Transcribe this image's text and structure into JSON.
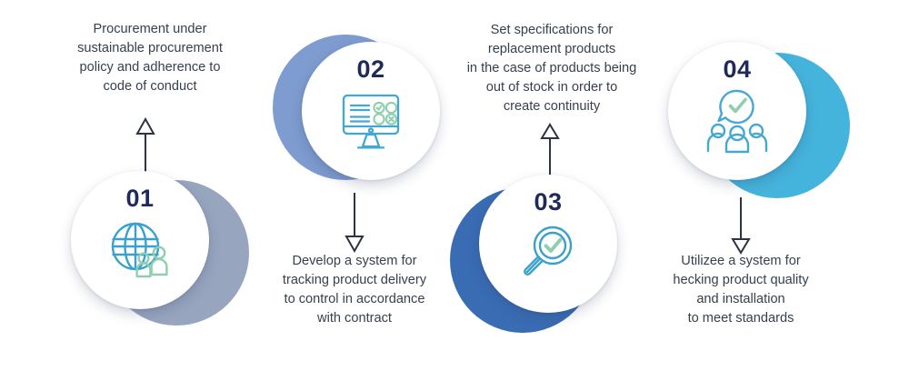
{
  "page": {
    "title": "Procurement process four step infographic",
    "background": "#ffffff",
    "number_color": "#1f2a5a",
    "caption_color": "#36404e",
    "arrow_color": "#2d3340"
  },
  "steps": [
    {
      "number": "01",
      "caption": "Procurement under\nsustainable procurement\npolicy and adherence to\ncode of conduct",
      "caption_lines": [
        "Procurement under",
        "sustainable procurement",
        "policy and adherence to",
        "code of conduct"
      ],
      "caption_position": "above",
      "arrow_direction": "up",
      "back_circle_color": "#97a5bf",
      "icon": "globe-people-icon",
      "icon_primary_color": "#3aa0ce",
      "icon_accent_color": "#8fcfaf"
    },
    {
      "number": "02",
      "caption": "Develop a system for\ntracking product delivery\nto control in accordance\nwith contract",
      "caption_lines": [
        "Develop a system for",
        "tracking product delivery",
        "to control in accordance",
        "with contract"
      ],
      "caption_position": "below",
      "arrow_direction": "down",
      "back_circle_color": "#7e9cd0",
      "icon": "monitor-checklist-icon",
      "icon_primary_color": "#43a7d4",
      "icon_accent_color": "#8fcfaf"
    },
    {
      "number": "03",
      "caption": "Set specifications for\nreplacement products\nin the case of products being\nout of stock in order to\ncreate continuity",
      "caption_lines": [
        "Set specifications for",
        "replacement products",
        "in the case of products being",
        "out of stock in order to",
        "create continuity"
      ],
      "caption_position": "above",
      "arrow_direction": "up",
      "back_circle_color": "#3a6cb4",
      "icon": "magnifier-check-icon",
      "icon_primary_color": "#3aa0ce",
      "icon_accent_color": "#8fcfaf"
    },
    {
      "number": "04",
      "caption": "Utilizee a system for\nhecking product quality\nand installation\nto meet standards",
      "caption_lines": [
        "Utilizee a system for",
        "hecking product quality",
        "and installation",
        "to meet standards"
      ],
      "caption_position": "below",
      "arrow_direction": "down",
      "back_circle_color": "#45b4dc",
      "icon": "speech-check-people-icon",
      "icon_primary_color": "#45a8d2",
      "icon_accent_color": "#8fcfaf"
    }
  ]
}
